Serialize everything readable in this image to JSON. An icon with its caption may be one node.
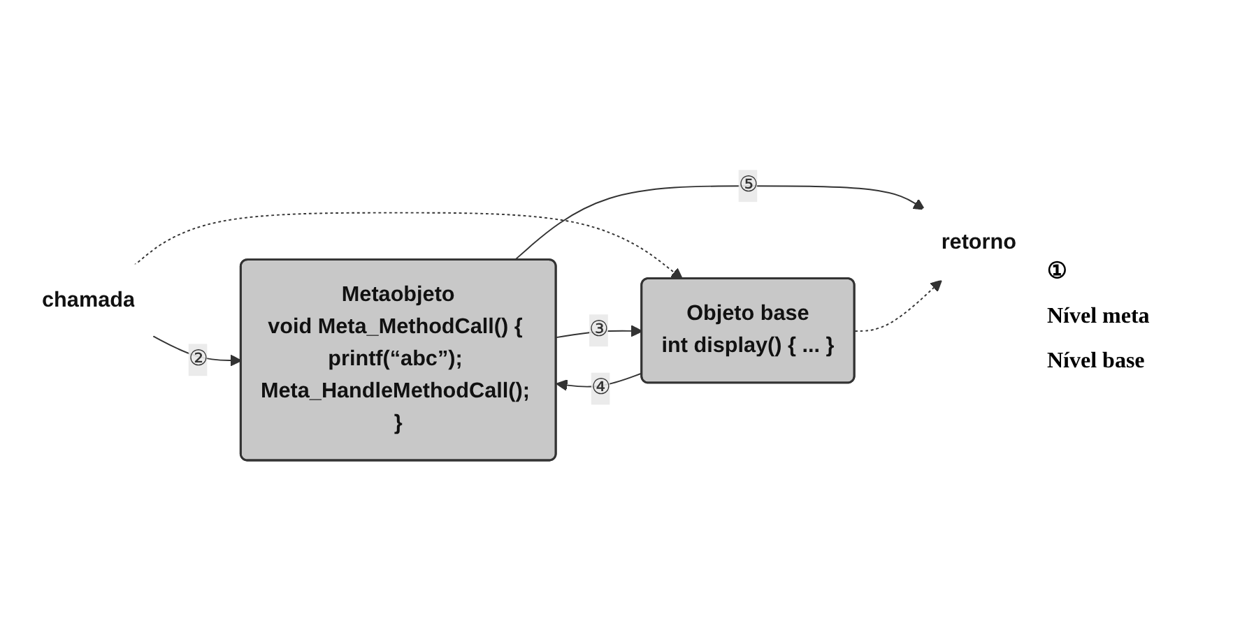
{
  "diagram": {
    "nodes": [
      {
        "text": [
          "Metaobjeto",
          "void Meta_MethodCall() { printf(“abc”); Meta_HandleMethodCall(); }"
        ]
      },
      {
        "text": [
          "Objeto base",
          "int display() { ... }"
        ]
      },
      {
        "text": [
          "chamada"
        ]
      },
      {
        "text": [
          "retorno"
        ]
      }
    ],
    "edges": [
      {
        "from": 2,
        "to": 1,
        "arrow": "to",
        "style": "dashed"
      },
      {
        "from": 2,
        "to": 0,
        "arrow": "to",
        "label": "②"
      },
      {
        "from": 0,
        "to": 1,
        "arrow": "to",
        "label": "③"
      },
      {
        "from": 1,
        "to": 0,
        "arrow": "to",
        "label": "④"
      },
      {
        "from": 0,
        "to": 3,
        "arrow": "to",
        "label": "⑤"
      },
      {
        "from": 1,
        "to": 3,
        "arrow": "to",
        "style": "dashed"
      }
    ],
    "labels": [
      "①",
      "Nível meta",
      "Nível base"
    ]
  }
}
